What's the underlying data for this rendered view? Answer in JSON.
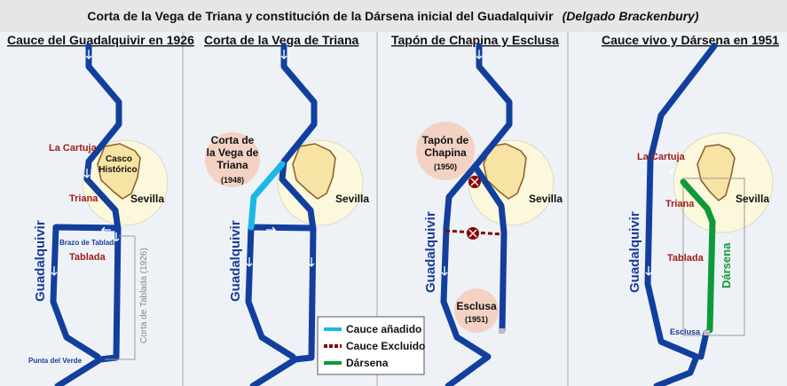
{
  "title": "Corta de la Vega de Triana y constitución de la Dársena inicial del Guadalquivir",
  "author": "(Delgado Brackenbury)",
  "panels": [
    {
      "heading": "Cauce del Guadalquivir en 1926",
      "labels": {
        "cartuja": "La Cartuja",
        "casco1": "Casco",
        "casco2": "Histórico",
        "sevilla": "Sevilla",
        "triana": "Triana",
        "brazo": "Brazo de Tablada",
        "tablada": "Tablada",
        "river": "Guadalquivir",
        "corta": "Corta de Tablada (1926)",
        "punta": "Punta del Verde"
      }
    },
    {
      "heading": "Corta de la Vega de Triana",
      "labels": {
        "corta1": "Corta de",
        "corta2": "la Vega de",
        "corta3": "Triana",
        "year": "(1948)",
        "sevilla": "Sevilla",
        "river": "Guadalquivir"
      }
    },
    {
      "heading": "Tapón de Chapina y Esclusa",
      "labels": {
        "tapon1": "Tapón de",
        "tapon2": "Chapina",
        "tapon_year": "(1950)",
        "sevilla": "Sevilla",
        "river": "Guadalquivir",
        "esclusa": "Esclusa",
        "esclusa_year": "(1951)"
      }
    },
    {
      "heading": "Cauce vivo y Dársena en 1951",
      "labels": {
        "cartuja": "La Cartuja",
        "sevilla": "Sevilla",
        "triana": "Triana",
        "tablada": "Tablada",
        "river": "Guadalquivir",
        "darsena": "Dársena",
        "esclusa": "Esclusa"
      }
    }
  ],
  "legend": [
    {
      "label": "Cauce añadido",
      "color": "#1ab8e8"
    },
    {
      "label": "Cauce Excluido",
      "color": "#8b0000"
    },
    {
      "label": "Dársena",
      "color": "#0f9a3a"
    }
  ],
  "colors": {
    "river": "#123f9e",
    "place": "#a01c1c",
    "background": "#eef2f6"
  }
}
